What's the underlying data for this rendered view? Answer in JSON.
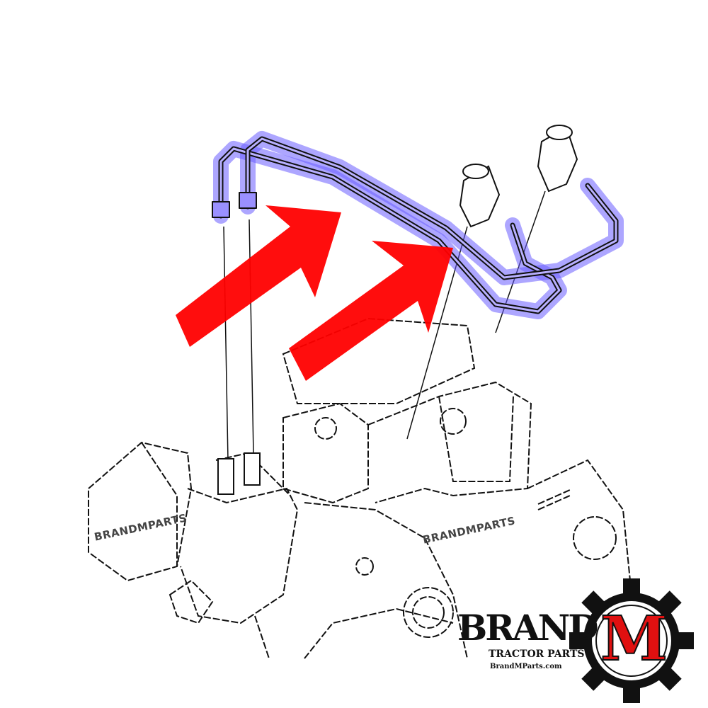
{
  "diagram": {
    "highlight_color": "#6a5cff",
    "arrow_color": "#ff0000",
    "line_color": "#111111"
  },
  "watermarks": [
    "BRANDMPARTS",
    "BRANDMPARTS"
  ],
  "logo": {
    "brand": "BRAND",
    "m": "M",
    "tagline": "TRACTOR PARTS",
    "url": "BrandMParts.com"
  }
}
